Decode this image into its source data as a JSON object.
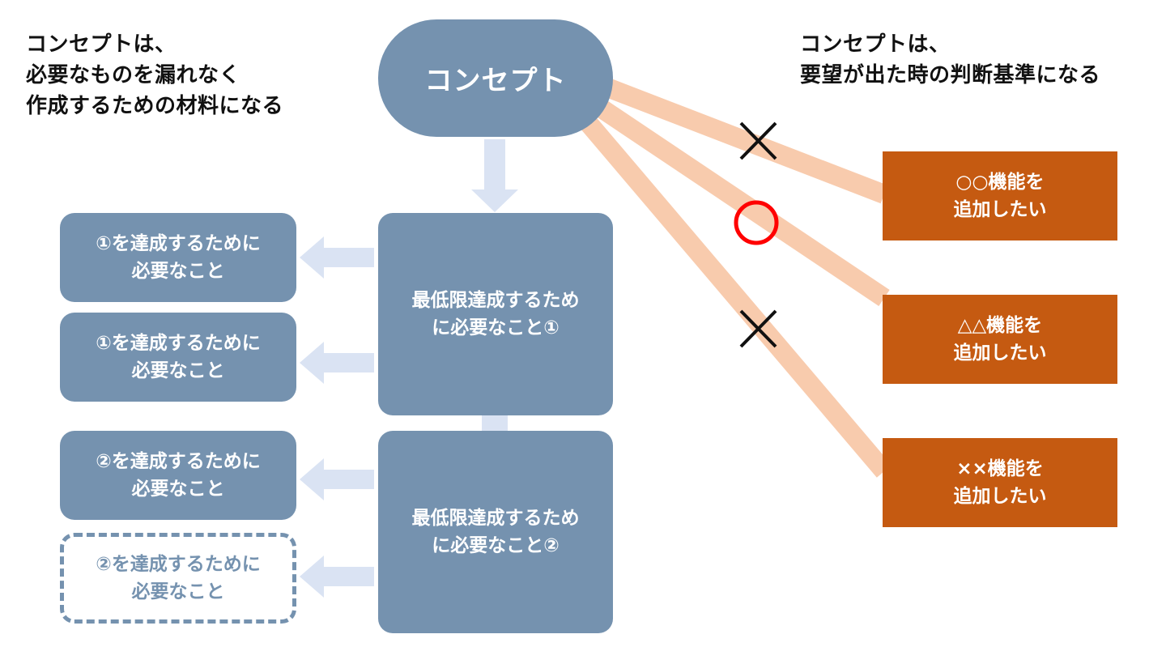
{
  "colors": {
    "box_blue": "#7592af",
    "arrow_light_blue": "#dae3f3",
    "request_orange": "#c55a11",
    "connector_peach": "#f8cbad",
    "mark_black": "#111111",
    "mark_red": "#ff0000"
  },
  "captions": {
    "left": "コンセプトは、\n必要なものを漏れなく\n作成するための材料になる",
    "right": "コンセプトは、\n要望が出た時の判断基準になる"
  },
  "concept": {
    "label": "コンセプト"
  },
  "main_requirements": [
    {
      "label": "最低限達成するため\nに必要なこと①"
    },
    {
      "label": "最低限達成するため\nに必要なこと②"
    }
  ],
  "sub_requirements": [
    {
      "label": "①を達成するために\n必要なこと",
      "style": "solid"
    },
    {
      "label": "①を達成するために\n必要なこと",
      "style": "solid"
    },
    {
      "label": "②を達成するために\n必要なこと",
      "style": "solid"
    },
    {
      "label": "②を達成するために\n必要なこと",
      "style": "dashed"
    }
  ],
  "requests": [
    {
      "label": "○○機能を\n追加したい",
      "judgment": "cross",
      "judgment_label": "×"
    },
    {
      "label": "△△機能を\n追加したい",
      "judgment": "circle",
      "judgment_label": "○"
    },
    {
      "label": "××機能を\n追加したい",
      "judgment": "cross",
      "judgment_label": "×"
    }
  ]
}
